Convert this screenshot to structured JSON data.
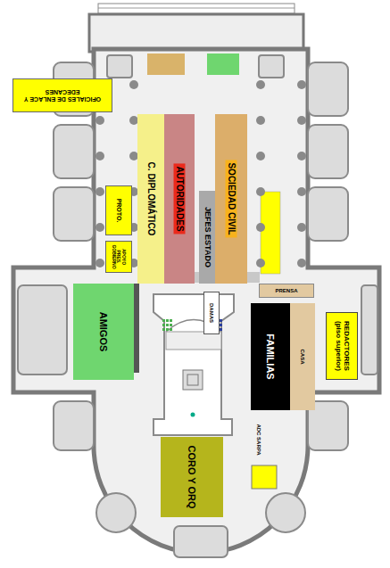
{
  "diagram": {
    "nodes": [
      {
        "text": [
          "OFICIALES DE ENLACE Y EDECANES"
        ]
      },
      {
        "text": [
          "C. DIPLOMÁTICO"
        ]
      },
      {
        "text": [
          "AUTORIDADES"
        ]
      },
      {
        "text": [
          "JEFES ESTADO"
        ]
      },
      {
        "text": [
          "SOCIEDAD CIVIL"
        ]
      },
      {
        "text": [
          "PROTO."
        ]
      },
      {
        "text": [
          "APOYO PRES. GOBIERNO"
        ]
      },
      {
        "text": [
          "AMIGOS"
        ]
      },
      {
        "text": [
          "DAMAS"
        ]
      },
      {
        "text": [
          "PRENSA"
        ]
      },
      {
        "text": [
          "FAMILIAS"
        ]
      },
      {
        "text": [
          "CASA"
        ]
      },
      {
        "text": [
          "REDACTORES (piso superior)"
        ]
      },
      {
        "text": [
          "ADC SARPA"
        ]
      },
      {
        "text": [
          "CORO Y ORQ"
        ]
      }
    ]
  }
}
